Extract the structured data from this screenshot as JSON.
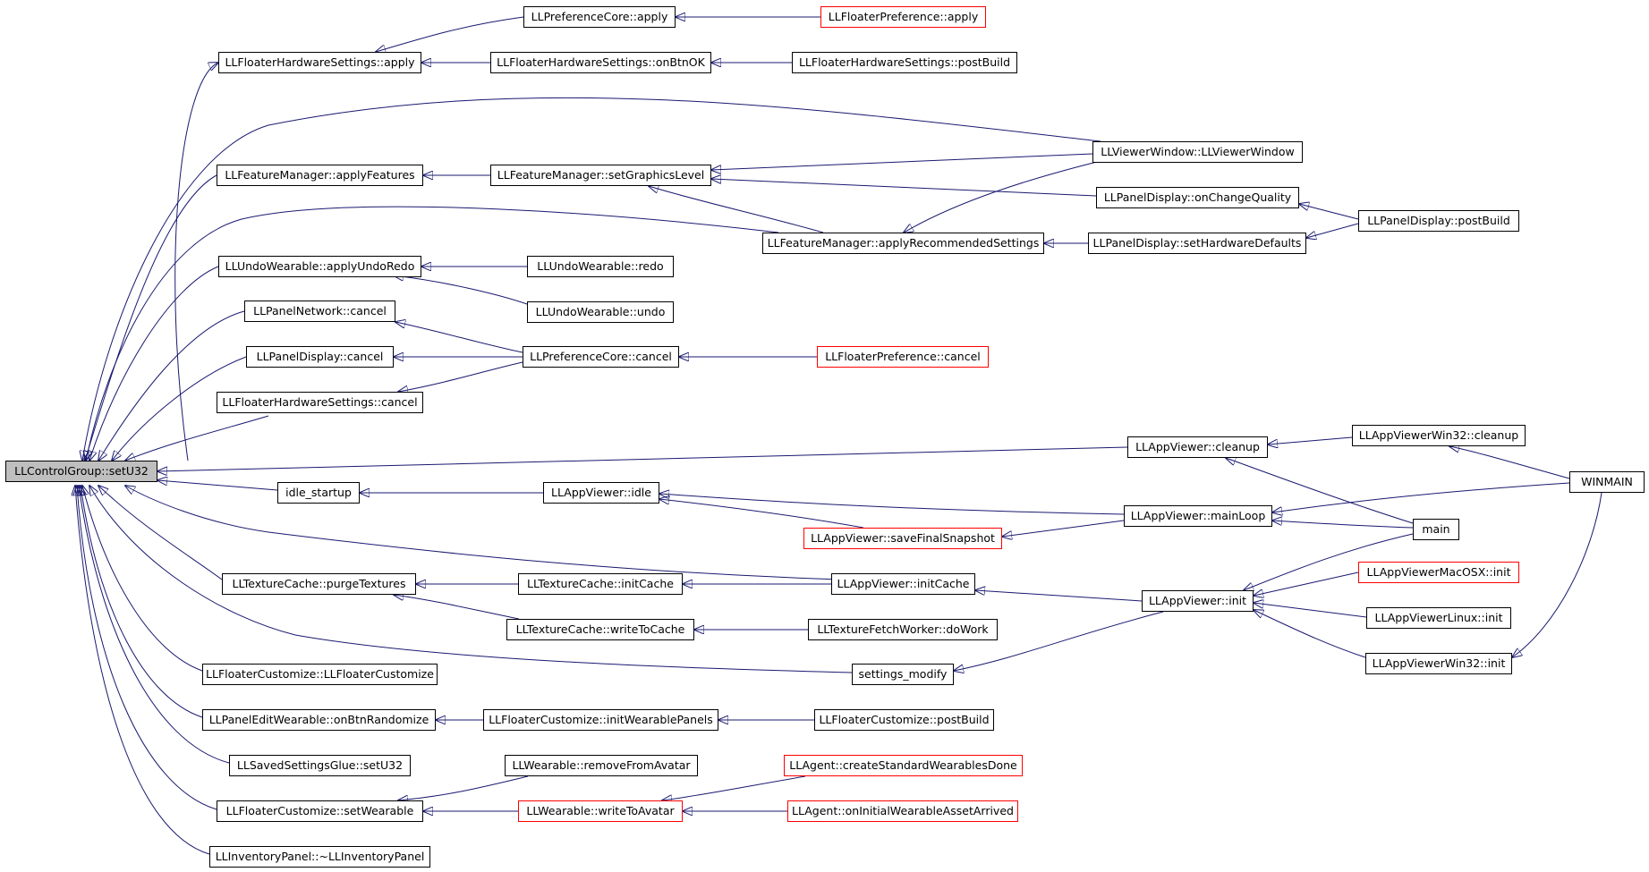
{
  "colors": {
    "edge": "#191970",
    "node_border": "#000000",
    "missing_border": "#ff0000",
    "root_fill": "#bfbfbf"
  },
  "nodes": [
    {
      "id": "setU32",
      "label": "LLControlGroup::setU32",
      "kind": "root"
    },
    {
      "id": "fhs_apply",
      "label": "LLFloaterHardwareSettings::apply"
    },
    {
      "id": "pc_apply",
      "label": "LLPreferenceCore::apply"
    },
    {
      "id": "fp_apply",
      "label": "LLFloaterPreference::apply",
      "kind": "red"
    },
    {
      "id": "fhs_onbtnok",
      "label": "LLFloaterHardwareSettings::onBtnOK"
    },
    {
      "id": "fhs_postbuild",
      "label": "LLFloaterHardwareSettings::postBuild"
    },
    {
      "id": "vw_vw",
      "label": "LLViewerWindow::LLViewerWindow"
    },
    {
      "id": "fm_applyfeatures",
      "label": "LLFeatureManager::applyFeatures"
    },
    {
      "id": "fm_setgl",
      "label": "LLFeatureManager::setGraphicsLevel"
    },
    {
      "id": "pd_onchangequality",
      "label": "LLPanelDisplay::onChangeQuality"
    },
    {
      "id": "pd_postbuild",
      "label": "LLPanelDisplay::postBuild"
    },
    {
      "id": "fm_applyrec",
      "label": "LLFeatureManager::applyRecommendedSettings"
    },
    {
      "id": "pd_sethwdefaults",
      "label": "LLPanelDisplay::setHardwareDefaults"
    },
    {
      "id": "uw_applyundoredo",
      "label": "LLUndoWearable::applyUndoRedo"
    },
    {
      "id": "uw_redo",
      "label": "LLUndoWearable::redo"
    },
    {
      "id": "uw_undo",
      "label": "LLUndoWearable::undo"
    },
    {
      "id": "pn_cancel",
      "label": "LLPanelNetwork::cancel"
    },
    {
      "id": "pd_cancel",
      "label": "LLPanelDisplay::cancel"
    },
    {
      "id": "pc_cancel",
      "label": "LLPreferenceCore::cancel"
    },
    {
      "id": "fp_cancel",
      "label": "LLFloaterPreference::cancel",
      "kind": "red"
    },
    {
      "id": "fhs_cancel",
      "label": "LLFloaterHardwareSettings::cancel"
    },
    {
      "id": "av_cleanup",
      "label": "LLAppViewer::cleanup"
    },
    {
      "id": "avw32_cleanup",
      "label": "LLAppViewerWin32::cleanup"
    },
    {
      "id": "winmain",
      "label": "WINMAIN"
    },
    {
      "id": "idle_startup",
      "label": "idle_startup"
    },
    {
      "id": "av_idle",
      "label": "LLAppViewer::idle"
    },
    {
      "id": "av_mainloop",
      "label": "LLAppViewer::mainLoop"
    },
    {
      "id": "main",
      "label": "main"
    },
    {
      "id": "av_savefinal",
      "label": "LLAppViewer::saveFinalSnapshot",
      "kind": "red"
    },
    {
      "id": "tc_purge",
      "label": "LLTextureCache::purgeTextures"
    },
    {
      "id": "tc_initcache",
      "label": "LLTextureCache::initCache"
    },
    {
      "id": "av_initcache",
      "label": "LLAppViewer::initCache"
    },
    {
      "id": "avmac_init",
      "label": "LLAppViewerMacOSX::init",
      "kind": "red"
    },
    {
      "id": "av_init",
      "label": "LLAppViewer::init"
    },
    {
      "id": "avlinux_init",
      "label": "LLAppViewerLinux::init"
    },
    {
      "id": "tc_writetocache",
      "label": "LLTextureCache::writeToCache"
    },
    {
      "id": "tfw_dowork",
      "label": "LLTextureFetchWorker::doWork"
    },
    {
      "id": "avw32_init",
      "label": "LLAppViewerWin32::init"
    },
    {
      "id": "fc_ctor",
      "label": "LLFloaterCustomize::LLFloaterCustomize"
    },
    {
      "id": "settings_modify",
      "label": "settings_modify"
    },
    {
      "id": "pew_onbtnrand",
      "label": "LLPanelEditWearable::onBtnRandomize"
    },
    {
      "id": "fc_initpanels",
      "label": "LLFloaterCustomize::initWearablePanels"
    },
    {
      "id": "fc_postbuild",
      "label": "LLFloaterCustomize::postBuild"
    },
    {
      "id": "ssg_setu32",
      "label": "LLSavedSettingsGlue::setU32"
    },
    {
      "id": "w_remove",
      "label": "LLWearable::removeFromAvatar"
    },
    {
      "id": "ag_createstd",
      "label": "LLAgent::createStandardWearablesDone",
      "kind": "red"
    },
    {
      "id": "fc_setwearable",
      "label": "LLFloaterCustomize::setWearable"
    },
    {
      "id": "w_write",
      "label": "LLWearable::writeToAvatar",
      "kind": "red"
    },
    {
      "id": "ag_oninitial",
      "label": "LLAgent::onInitialWearableAssetArrived",
      "kind": "red"
    },
    {
      "id": "ip_dtor",
      "label": "LLInventoryPanel::~LLInventoryPanel"
    }
  ]
}
